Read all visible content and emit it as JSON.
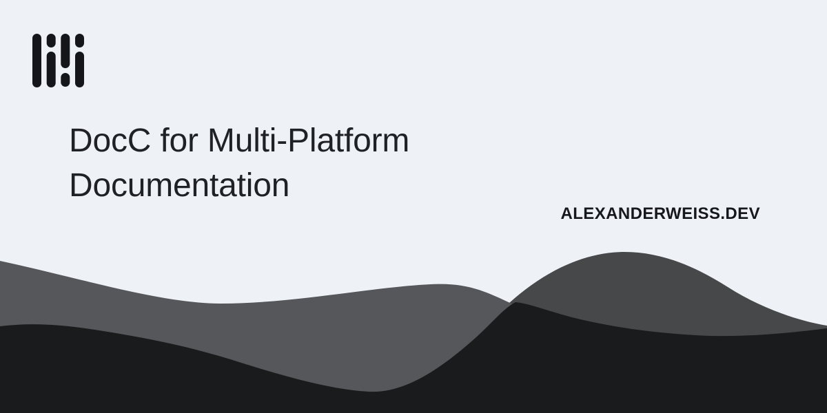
{
  "brand": {
    "site_domain": "ALEXANDERWEISS.DEV",
    "logo_icon": "four-column-bars-and-dots-mark"
  },
  "title": {
    "line1": "DocC for Multi-Platform",
    "line2": "Documentation",
    "full": "DocC for Multi-Platform Documentation"
  },
  "colors": {
    "background": "#eef1f6",
    "wave_back_gray": "#47484a",
    "wave_mid_gray": "#55575a",
    "wave_front_black": "#1a1b1d",
    "logo": "#15161a",
    "title_text": "#1f2126",
    "domain_text": "#17181c"
  }
}
